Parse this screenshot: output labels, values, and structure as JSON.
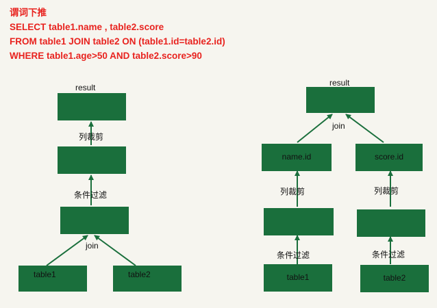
{
  "header": {
    "title": "谓词下推",
    "line1": "SELECT table1.name , table2.score",
    "line2": "FROM table1 JOIN table2 ON (table1.id=table2.id)",
    "line3": "WHERE table1.age>50 AND table2.score>90"
  },
  "left_tree": {
    "result": "result",
    "prune": "列裁剪",
    "filter": "条件过滤",
    "join": "join",
    "table1": "table1",
    "table2": "table2"
  },
  "right_tree": {
    "result": "result",
    "join": "join",
    "name_id": "name.id",
    "score_id": "score.id",
    "prune_left": "列裁剪",
    "prune_right": "列裁剪",
    "filter_left": "条件过滤",
    "filter_right": "条件过滤",
    "table1": "table1",
    "table2": "table2"
  },
  "colors": {
    "header_text": "#e8221e",
    "node_fill": "#1a6f3c",
    "arrow": "#1a6f3c"
  }
}
